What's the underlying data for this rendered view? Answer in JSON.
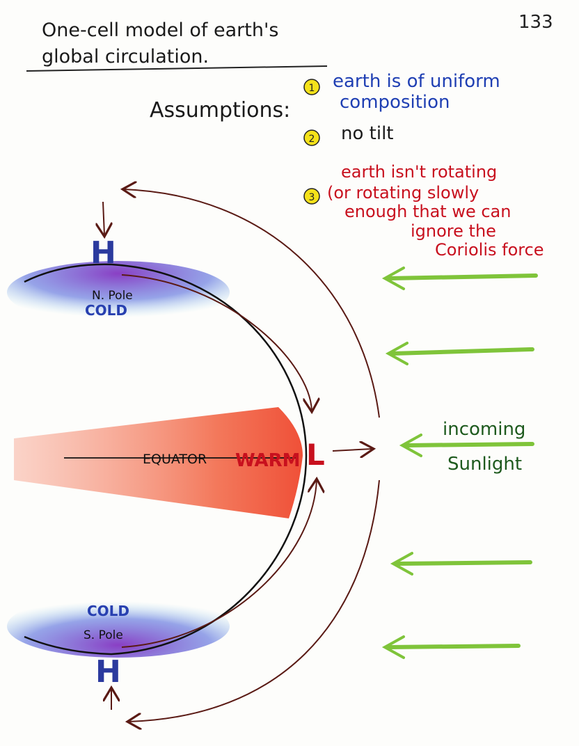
{
  "title_line1": "One-cell model of earth's",
  "title_line2": "global circulation.",
  "page_number": "133",
  "assumptions_label": "Assumptions:",
  "assumptions": [
    {
      "number": "1",
      "lines": [
        "earth is of uniform",
        "composition"
      ],
      "color": "#1f3fb3"
    },
    {
      "number": "2",
      "lines": [
        "no tilt"
      ],
      "color": "#1a1a1a"
    },
    {
      "number": "3",
      "lines": [
        "earth isn't rotating",
        "(or rotating slowly",
        "enough that we can",
        "ignore the",
        "Coriolis force"
      ],
      "color": "#c8101e"
    }
  ],
  "north": {
    "pressure": "H",
    "pole": "N. Pole",
    "temp": "COLD"
  },
  "south": {
    "pressure": "H",
    "pole": "S. Pole",
    "temp": "COLD"
  },
  "equator": {
    "label": "EQUATOR",
    "temp": "WARM",
    "pressure": "L"
  },
  "sunlight": {
    "line1": "incoming",
    "line2": "Sunlight"
  },
  "colors": {
    "high": "#2b3a9e",
    "low": "#c8101e",
    "cold": "#7a4fc0",
    "warm": "#f0553a",
    "sun_arrow": "#7fc43a",
    "circulation": "#5a1a14"
  }
}
